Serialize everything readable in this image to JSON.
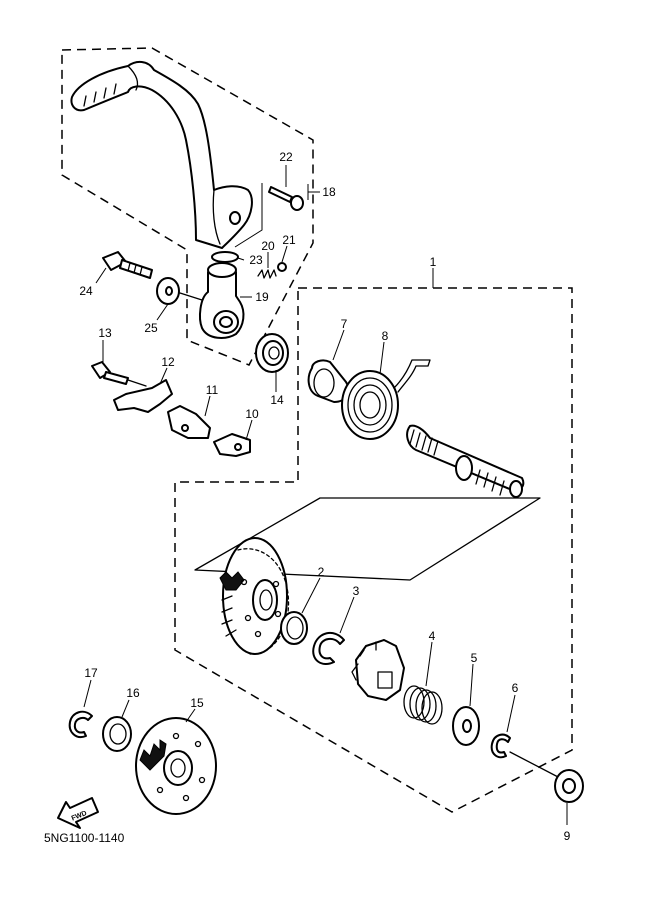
{
  "diagram_code": "5NG1100-1140",
  "fwd_label": "FWD",
  "callouts": {
    "c1": "1",
    "c2": "2",
    "c3": "3",
    "c4": "4",
    "c5": "5",
    "c6": "6",
    "c7": "7",
    "c8": "8",
    "c9": "9",
    "c10": "10",
    "c11": "11",
    "c12": "12",
    "c13": "13",
    "c14": "14",
    "c15": "15",
    "c16": "16",
    "c17": "17",
    "c18": "18",
    "c19": "19",
    "c20": "20",
    "c21": "21",
    "c22": "22",
    "c23": "23",
    "c24": "24",
    "c25": "25"
  }
}
